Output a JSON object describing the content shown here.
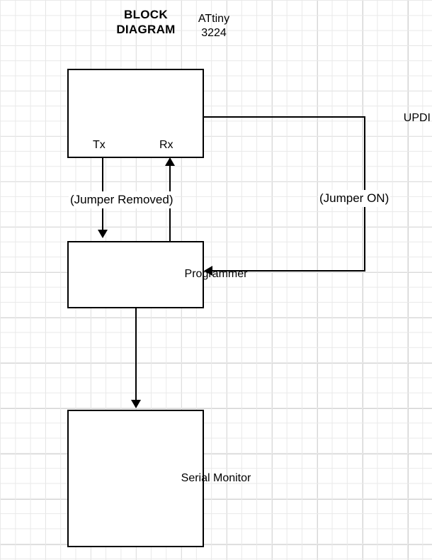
{
  "diagram": {
    "title_line1": "BLOCK",
    "title_line2": "DIAGRAM",
    "blocks": [
      {
        "id": "attiny",
        "name_line1": "ATtiny",
        "name_line2": "3224",
        "pins": {
          "updi": "UPDI",
          "tx": "Tx",
          "rx": "Rx"
        }
      },
      {
        "id": "programmer",
        "label": "Programmer"
      },
      {
        "id": "serial-monitor",
        "label": "Serial Monitor"
      }
    ],
    "edge_labels": {
      "jumper_removed": "(Jumper Removed)",
      "jumper_on": "(Jumper ON)"
    },
    "colors": {
      "stroke": "#000000",
      "fill": "#ffffff",
      "grid_minor": "#e9e9e9",
      "grid_major": "#d2d2d2"
    }
  }
}
